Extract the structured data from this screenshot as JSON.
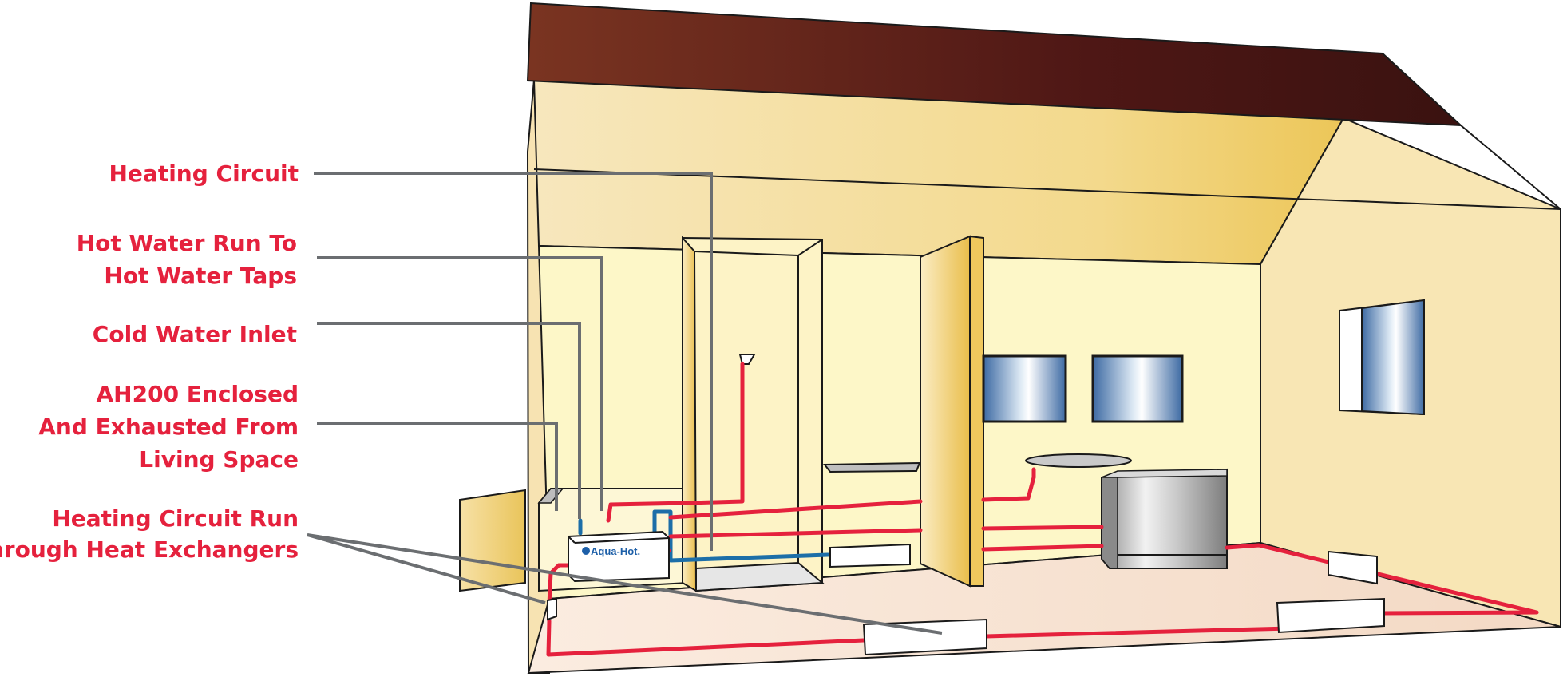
{
  "labels": {
    "heating_circuit": "Heating Circuit",
    "hot_water_run_line1": "Hot Water Run To",
    "hot_water_run_line2": "Hot Water Taps",
    "cold_water_inlet": "Cold Water Inlet",
    "ah200_line1": "AH200 Enclosed",
    "ah200_line2": "And Exhausted From",
    "ah200_line3": "Living Space",
    "heat_exchanger_line1": "Heating Circuit Run",
    "heat_exchanger_line2": "Through Heat Exchangers"
  },
  "brand": {
    "heater_logo": "Aqua-Hot."
  },
  "colors": {
    "label_red": "#e5213d",
    "heating_pipe": "#e5213d",
    "cold_pipe": "#1c6ea8",
    "leader_gray": "#6b6e71",
    "roof_start": "#7a3421",
    "roof_end": "#3a1210"
  }
}
